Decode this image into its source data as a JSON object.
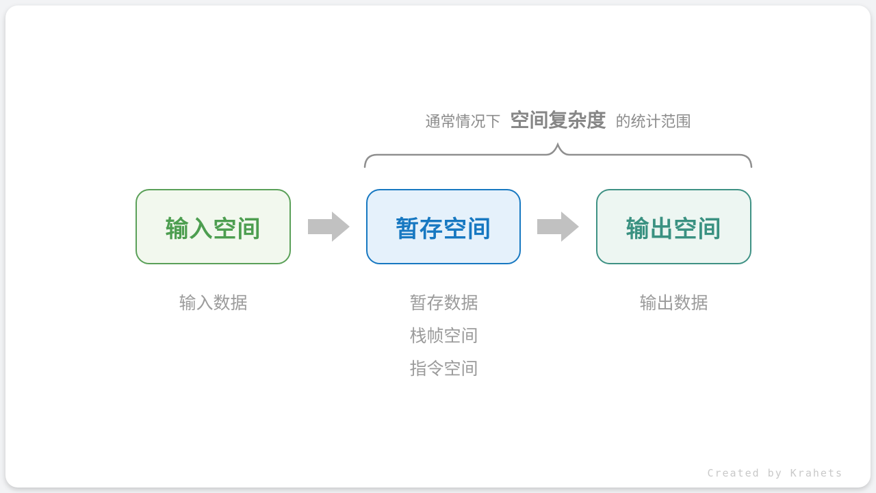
{
  "caption": {
    "prefix": "通常情况下",
    "highlight": "空间复杂度",
    "suffix": "的统计范围"
  },
  "boxes": [
    {
      "id": "input-space",
      "label": "输入空间",
      "border_color": "#5aa058",
      "fill_color": "#f2f8ee",
      "text_color": "#4d9e50",
      "notes": [
        "输入数据"
      ]
    },
    {
      "id": "temporary-space",
      "label": "暂存空间",
      "border_color": "#1778c1",
      "fill_color": "#e5f1fb",
      "text_color": "#1778c1",
      "notes": [
        "暂存数据",
        "栈帧空间",
        "指令空间"
      ]
    },
    {
      "id": "output-space",
      "label": "输出空间",
      "border_color": "#3e9184",
      "fill_color": "#edf6f2",
      "text_color": "#3a9181",
      "notes": [
        "输出数据"
      ]
    }
  ],
  "arrow_color": "#c1c1c1",
  "brace_color": "#8f8f8f",
  "footer": {
    "credit": "Created by Krahets"
  }
}
